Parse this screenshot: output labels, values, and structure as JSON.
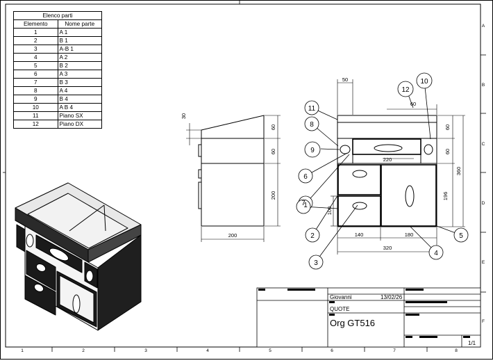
{
  "parts_list": {
    "title": "Elenco parti",
    "headers": [
      "Elemento",
      "Nome parte"
    ],
    "rows": [
      [
        "1",
        "A 1"
      ],
      [
        "2",
        "B 1"
      ],
      [
        "3",
        "A-B 1"
      ],
      [
        "4",
        "A 2"
      ],
      [
        "5",
        "B 2"
      ],
      [
        "6",
        "A 3"
      ],
      [
        "7",
        "B 3"
      ],
      [
        "8",
        "A 4"
      ],
      [
        "9",
        "B 4"
      ],
      [
        "10",
        "A B 4"
      ],
      [
        "11",
        "Piano SX"
      ],
      [
        "12",
        "Piano DX"
      ]
    ]
  },
  "border_zones": {
    "rows": [
      "A",
      "B",
      "C",
      "D",
      "E",
      "F"
    ],
    "columns": [
      "1",
      "2",
      "3",
      "4",
      "5",
      "6",
      "7",
      "8"
    ]
  },
  "side_view": {
    "dimensions": {
      "top": "30",
      "upper": "60",
      "middle": "60",
      "lower": "200",
      "width": "200"
    }
  },
  "front_view": {
    "dimensions": {
      "left_col": "50",
      "top_slot": "60",
      "drawer_width": "220",
      "top_height": "60",
      "mid_height": "60",
      "lower_height": "196",
      "total_height": "360",
      "small_drawer": "100",
      "bottom_left": "140",
      "bottom_right": "180",
      "total_width": "320"
    },
    "balloons": [
      "1",
      "2",
      "3",
      "4",
      "5",
      "6",
      "7",
      "8",
      "9",
      "10",
      "11",
      "12"
    ]
  },
  "title_block": {
    "author": "Giovanni",
    "date": "13/02/26",
    "units_note": "QUOTE",
    "drawing_name": "Org GT516",
    "sheet": "1/1"
  }
}
